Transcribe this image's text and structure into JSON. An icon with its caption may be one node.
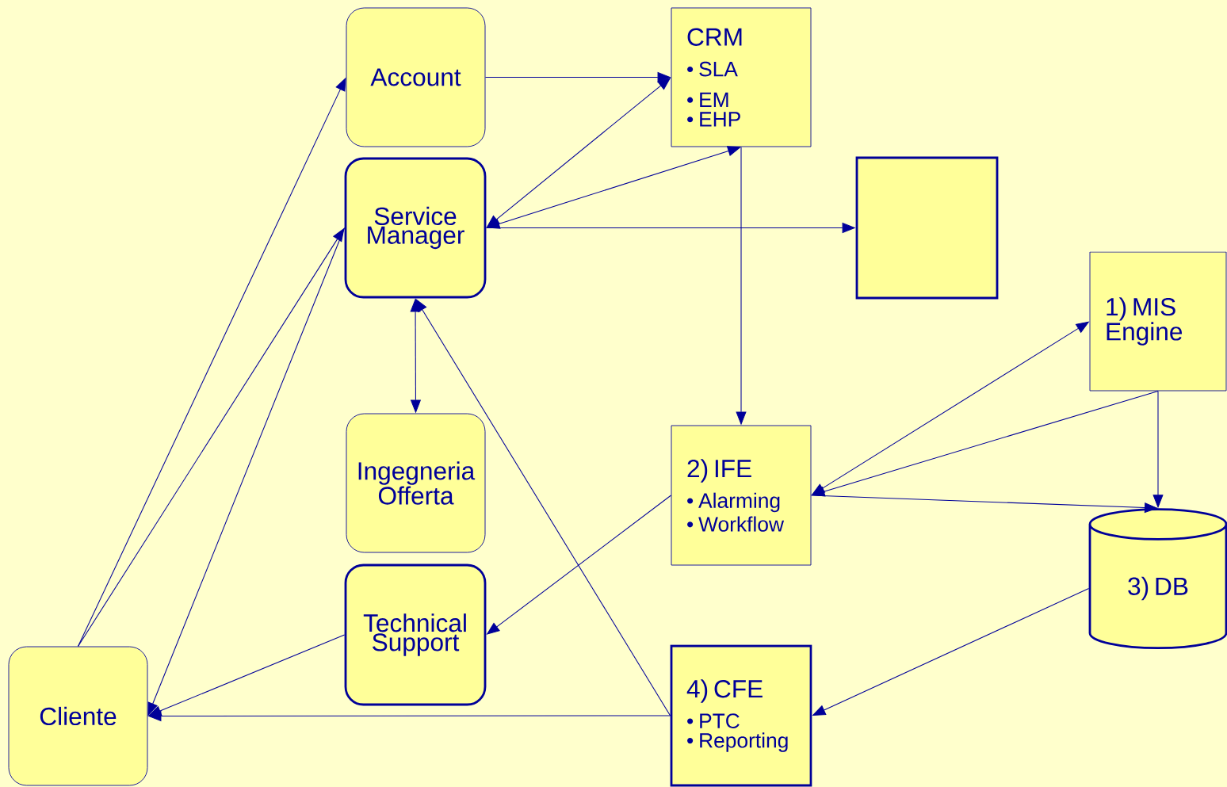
{
  "diagram": {
    "nodes": [
      {
        "text": [
          "Account"
        ]
      },
      {
        "text": [
          "CRM",
          "• SLA",
          "• EM",
          "• EHP"
        ]
      },
      {
        "text": [
          "Service Manager"
        ]
      },
      {
        "text": [],
        "shape": "box"
      },
      {
        "text": [
          "1) MIS Engine"
        ]
      },
      {
        "text": [
          "Ingegneria Offerta"
        ]
      },
      {
        "text": [
          "2) IFE",
          "• Alarming",
          "• Workflow"
        ]
      },
      {
        "text": [
          "3) DB"
        ]
      },
      {
        "text": [
          "Technical Support"
        ]
      },
      {
        "text": [
          "Cliente"
        ]
      },
      {
        "text": [
          "4) CFE",
          "• PTC",
          "• Reporting"
        ]
      }
    ],
    "edges": [
      {
        "from": 9,
        "to": 0,
        "arrow": "to"
      },
      {
        "from": 9,
        "to": 2,
        "arrow": "to"
      },
      {
        "from": 2,
        "to": 9,
        "arrow": "to"
      },
      {
        "from": 0,
        "to": 1,
        "arrow": "to"
      },
      {
        "from": 2,
        "to": 1,
        "arrow": "both"
      },
      {
        "from": 2,
        "to": 1,
        "arrow": "both"
      },
      {
        "from": 2,
        "to": 3,
        "arrow": "to"
      },
      {
        "from": 2,
        "to": 5,
        "arrow": "both"
      },
      {
        "from": 10,
        "to": 2,
        "arrow": "to"
      },
      {
        "from": 1,
        "to": 6,
        "arrow": "to"
      },
      {
        "from": 6,
        "to": 8,
        "arrow": "to"
      },
      {
        "from": 6,
        "to": 4,
        "arrow": "both"
      },
      {
        "from": 4,
        "to": 6,
        "arrow": "to"
      },
      {
        "from": 6,
        "to": 7,
        "arrow": "to"
      },
      {
        "from": 4,
        "to": 7,
        "arrow": "to"
      },
      {
        "from": 7,
        "to": 10,
        "arrow": "to"
      },
      {
        "from": 10,
        "to": 9,
        "arrow": "to"
      },
      {
        "from": 8,
        "to": 9,
        "arrow": "to"
      }
    ]
  }
}
